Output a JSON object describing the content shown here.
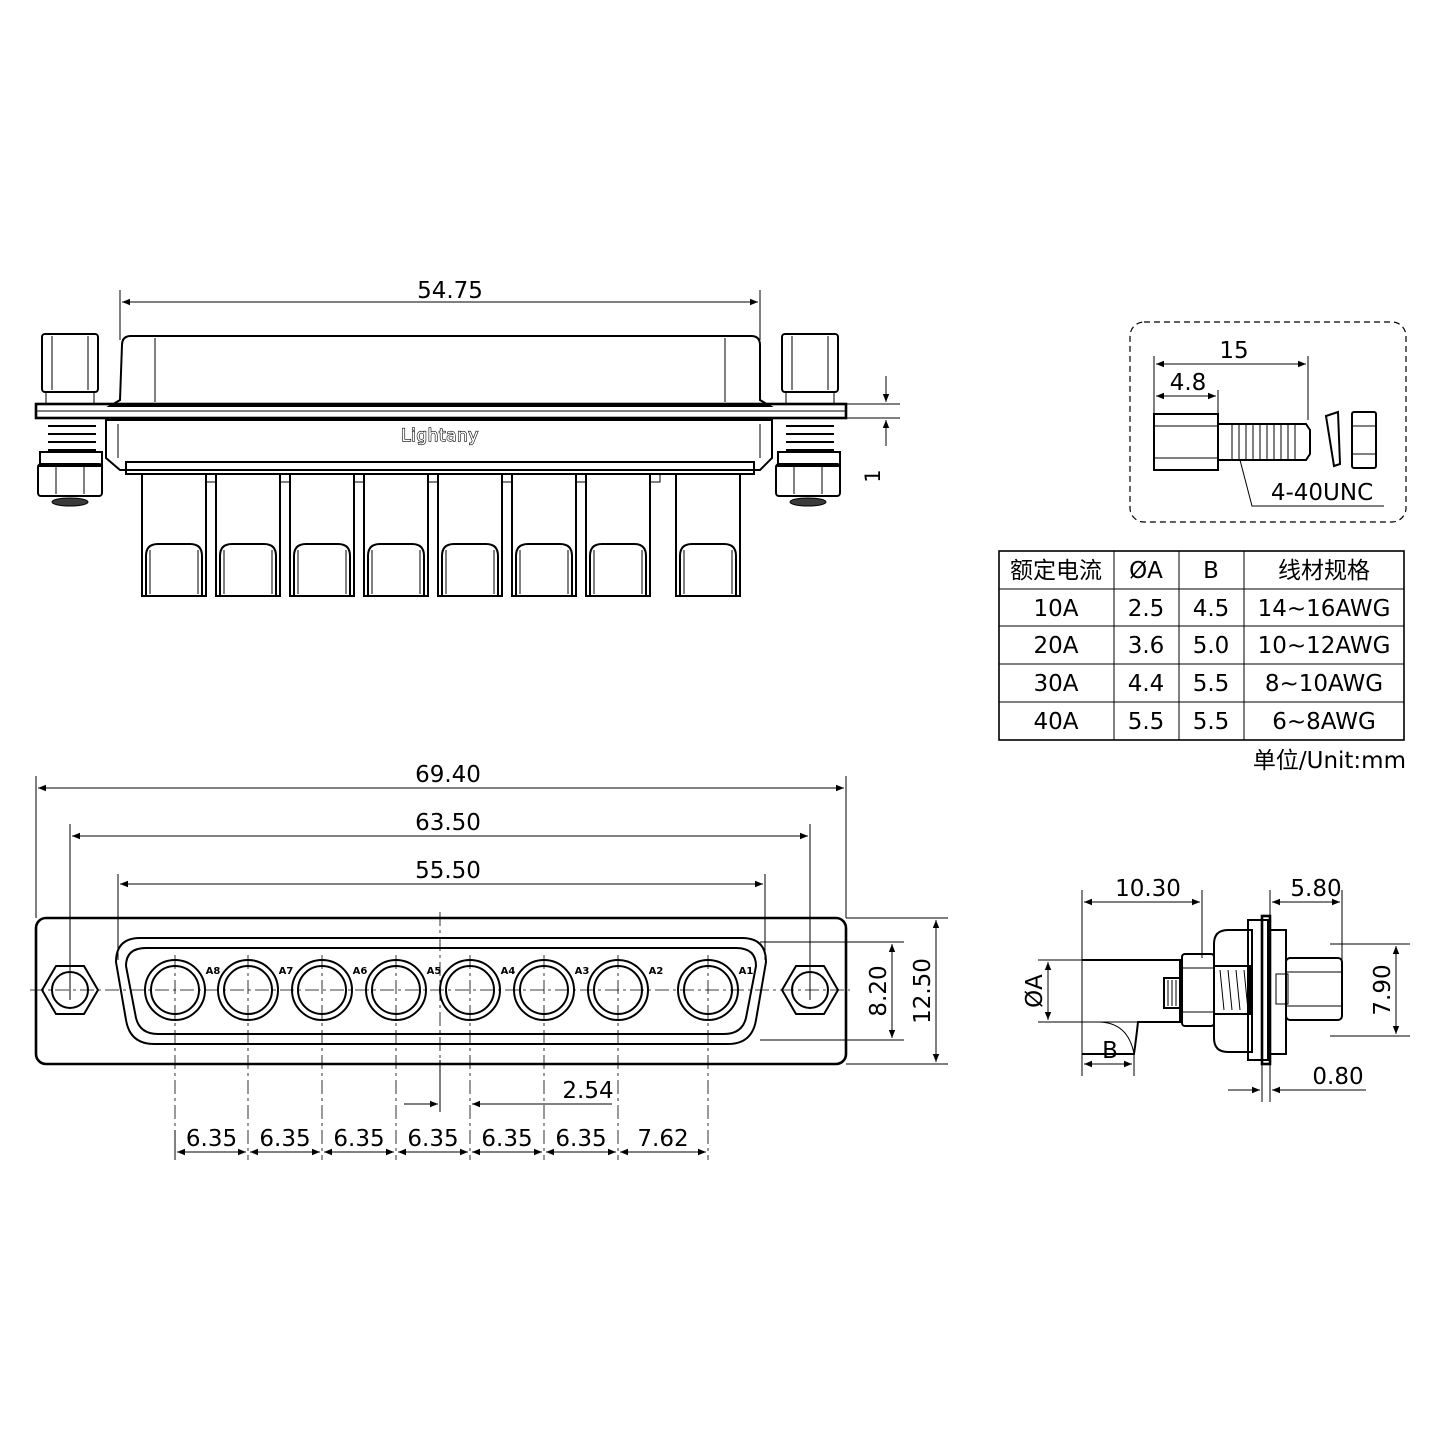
{
  "top_view": {
    "brand": "Lightany",
    "dim_width": "54.75",
    "dim_flange": "1"
  },
  "front_view": {
    "dim_overall": "69.40",
    "dim_mount": "63.50",
    "dim_shell": "55.50",
    "dim_height_inner": "8.20",
    "dim_height_outer": "12.50",
    "dim_offset": "2.54",
    "pin_labels": [
      "A8",
      "A7",
      "A6",
      "A5",
      "A4",
      "A3",
      "A2",
      "A1"
    ],
    "pitch_labels": [
      "6.35",
      "6.35",
      "6.35",
      "6.35",
      "6.35",
      "6.35",
      "7.62"
    ]
  },
  "screw_detail": {
    "dim_total": "15",
    "dim_head": "4.8",
    "thread": "4-40UNC"
  },
  "side_view": {
    "dim_pin": "10.30",
    "dim_nut": "5.80",
    "dim_height": "7.90",
    "dim_panel": "0.80",
    "label_diam": "ØA",
    "label_b": "B"
  },
  "spec_table": {
    "headers": [
      "额定电流",
      "ØA",
      "B",
      "线材规格"
    ],
    "rows": [
      [
        "10A",
        "2.5",
        "4.5",
        "14~16AWG"
      ],
      [
        "20A",
        "3.6",
        "5.0",
        "10~12AWG"
      ],
      [
        "30A",
        "4.4",
        "5.5",
        "8~10AWG"
      ],
      [
        "40A",
        "5.5",
        "5.5",
        "6~8AWG"
      ]
    ],
    "unit_note": "单位/Unit:mm"
  }
}
